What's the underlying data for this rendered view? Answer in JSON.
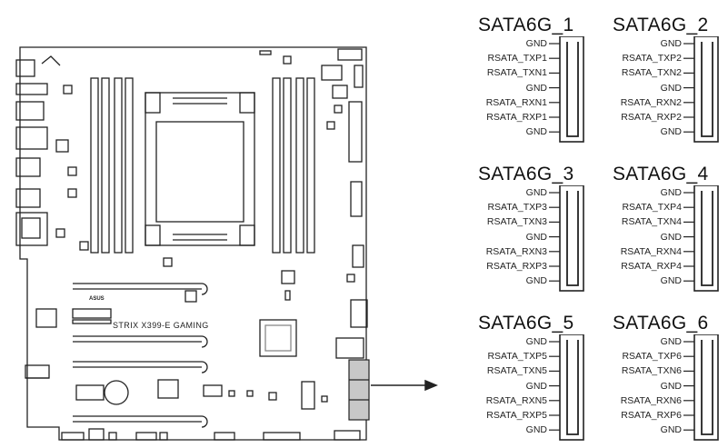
{
  "board": {
    "brand_mark": "ASUS",
    "model_label": "STRIX X399-E GAMING"
  },
  "connectors": [
    {
      "title": "SATA6G_1",
      "pins": [
        "GND",
        "RSATA_TXP1",
        "RSATA_TXN1",
        "GND",
        "RSATA_RXN1",
        "RSATA_RXP1",
        "GND"
      ]
    },
    {
      "title": "SATA6G_2",
      "pins": [
        "GND",
        "RSATA_TXP2",
        "RSATA_TXN2",
        "GND",
        "RSATA_RXN2",
        "RSATA_RXP2",
        "GND"
      ]
    },
    {
      "title": "SATA6G_3",
      "pins": [
        "GND",
        "RSATA_TXP3",
        "RSATA_TXN3",
        "GND",
        "RSATA_RXN3",
        "RSATA_RXP3",
        "GND"
      ]
    },
    {
      "title": "SATA6G_4",
      "pins": [
        "GND",
        "RSATA_TXP4",
        "RSATA_TXN4",
        "GND",
        "RSATA_RXN4",
        "RSATA_RXP4",
        "GND"
      ]
    },
    {
      "title": "SATA6G_5",
      "pins": [
        "GND",
        "RSATA_TXP5",
        "RSATA_TXN5",
        "GND",
        "RSATA_RXN5",
        "RSATA_RXP5",
        "GND"
      ]
    },
    {
      "title": "SATA6G_6",
      "pins": [
        "GND",
        "RSATA_TXP6",
        "RSATA_TXN6",
        "GND",
        "RSATA_RXN6",
        "RSATA_RXP6",
        "GND"
      ]
    }
  ]
}
